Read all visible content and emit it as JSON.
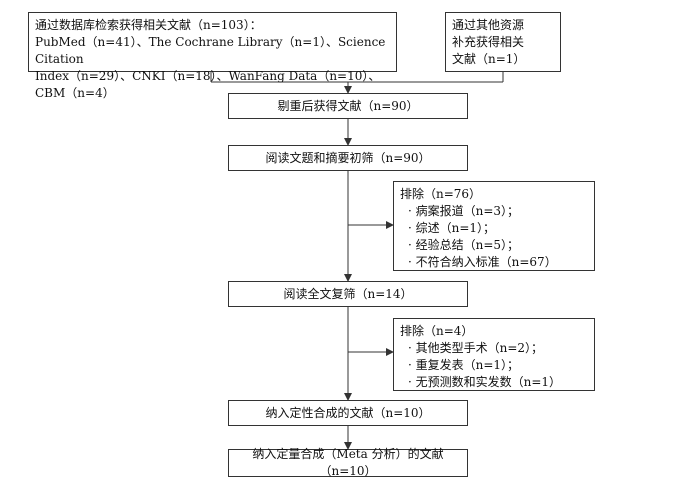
{
  "search_box": {
    "line1": "通过数据库检索获得相关文献（n=103）：",
    "line2": "PubMed（n=41）、The Cochrane Library（n=1）、Science Citation",
    "line3": "Index（n=29）、CNKI（n=18）、WanFang Data（n=10）、CBM（n=4）"
  },
  "other_box": {
    "line1": "通过其他资源",
    "line2": "补充获得相关",
    "line3": "文献（n=1）"
  },
  "dedup_box": "剔重后获得文献（n=90）",
  "screen_box": "阅读文题和摘要初筛（n=90）",
  "exclude1": {
    "head": "排除（n=76）",
    "items": [
      "病案报道（n=3）；",
      "综述（n=1）；",
      "经验总结（n=5）；",
      "不符合纳入标准（n=67）"
    ]
  },
  "fulltext_box": "阅读全文复筛（n=14）",
  "exclude2": {
    "head": "排除（n=4）",
    "items": [
      "其他类型手术（n=2）；",
      "重复发表（n=1）；",
      "无预测数和实发数（n=1）"
    ]
  },
  "qualitative_box": "纳入定性合成的文献（n=10）",
  "quantitative_box": "纳入定量合成（Meta 分析）的文献（n=10）"
}
